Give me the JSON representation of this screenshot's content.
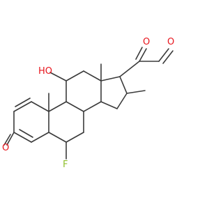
{
  "molecule": {
    "atom_labels": {
      "ketone_oxygen": "O",
      "hydroxyl": "HO",
      "fluorine": "F",
      "side_chain_ketone_oxygen": "O",
      "aldehyde_oxygen": "O"
    },
    "colors": {
      "bond": "#3a3a3a",
      "oxygen": "#e8141c",
      "fluorine": "#8fbf2c",
      "background": "#ffffff"
    }
  }
}
